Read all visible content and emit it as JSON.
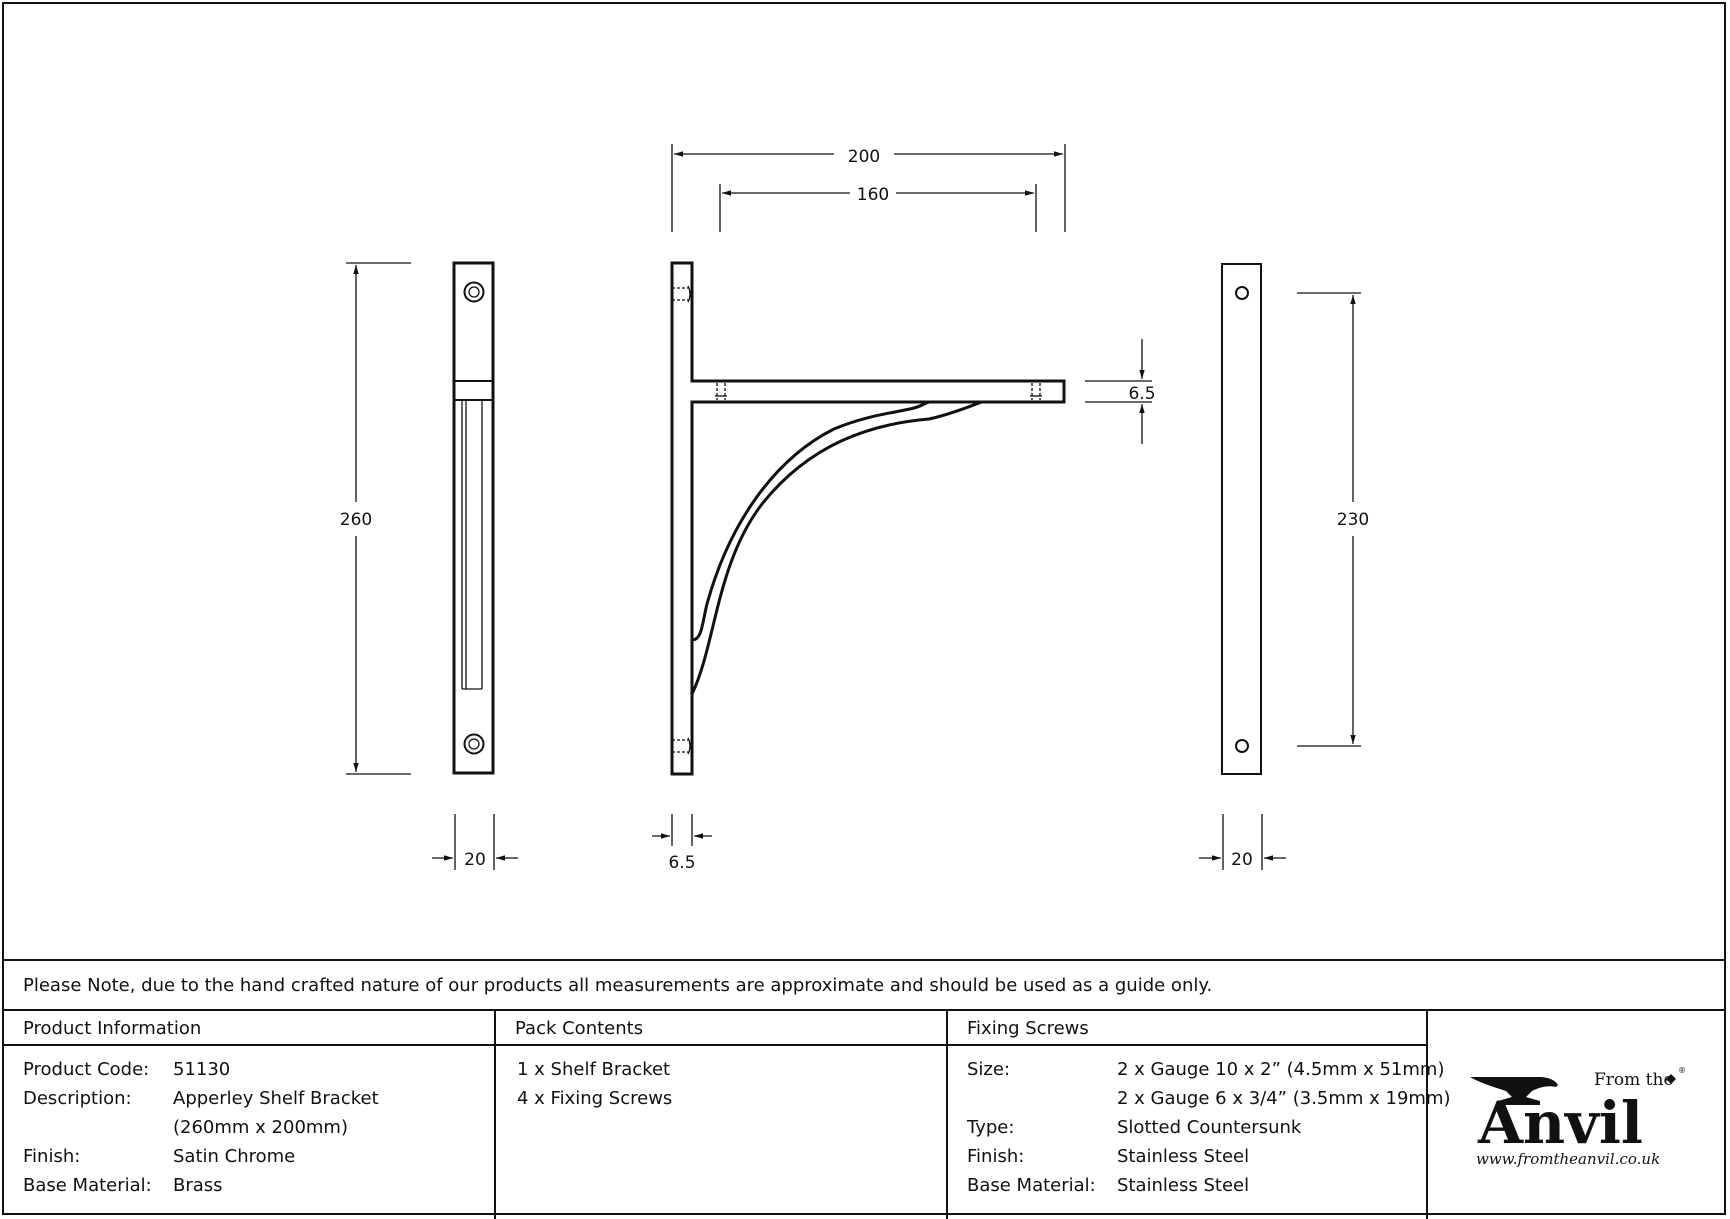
{
  "dimensions": {
    "total_height": "260",
    "left_width": "20",
    "overall_depth": "200",
    "hole_spacing_top": "160",
    "arm_thickness": "6.5",
    "upright_thickness": "6.5",
    "hole_spacing_side": "230",
    "right_width": "20"
  },
  "note": "Please Note, due to the hand crafted nature of our products all measurements are approximate and should be used as a guide only.",
  "product_info": {
    "heading": "Product Information",
    "rows": [
      {
        "label": "Product Code:",
        "value": "51130"
      },
      {
        "label": "Description:",
        "value": "Apperley Shelf Bracket"
      },
      {
        "label": "",
        "value": "(260mm x 200mm)"
      },
      {
        "label": "Finish:",
        "value": "Satin Chrome"
      },
      {
        "label": "Base Material:",
        "value": "Brass"
      }
    ]
  },
  "pack_contents": {
    "heading": "Pack Contents",
    "items": [
      "1 x Shelf Bracket",
      "4 x Fixing Screws"
    ]
  },
  "fixing_screws": {
    "heading": "Fixing Screws",
    "rows": [
      {
        "label": "Size:",
        "value": "2 x Gauge 10 x 2” (4.5mm x 51mm)"
      },
      {
        "label": "",
        "value": "2 x Gauge 6 x 3/4” (3.5mm x 19mm)"
      },
      {
        "label": "Type:",
        "value": "Slotted Countersunk"
      },
      {
        "label": "Finish:",
        "value": "Stainless Steel"
      },
      {
        "label": "Base Material:",
        "value": "Stainless Steel"
      }
    ]
  },
  "logo": {
    "from_the": "From the",
    "brand": "Anvil",
    "url": "www.fromtheanvil.co.uk"
  }
}
